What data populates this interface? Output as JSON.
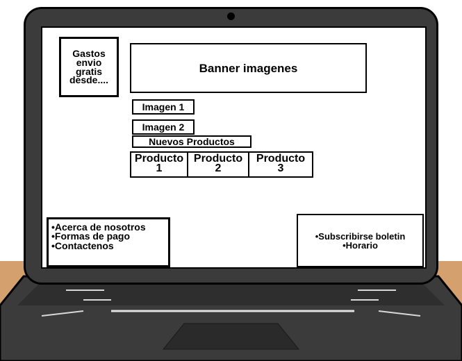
{
  "page": {
    "shipping_box": "Gastos\nenvio\ngratis\ndesde....",
    "banner": "Banner imagenes",
    "image_links": [
      "Imagen 1",
      "Imagen 2"
    ],
    "new_products_title": "Nuevos Productos",
    "products": [
      {
        "label": "Producto\n1"
      },
      {
        "label": "Producto\n2"
      },
      {
        "label": "Producto\n3"
      }
    ],
    "footer_left": [
      "•Acerca de nosotros",
      "•Formas de pago",
      "•Contactenos"
    ],
    "footer_right": [
      "•Subscribirse boletin",
      "•Horario"
    ]
  },
  "colors": {
    "laptop_body": "#3b3b3b",
    "desk": "#d4a06e",
    "screen": "#ffffff",
    "outline": "#000000"
  },
  "icons": {
    "camera": "camera-dot-icon"
  }
}
